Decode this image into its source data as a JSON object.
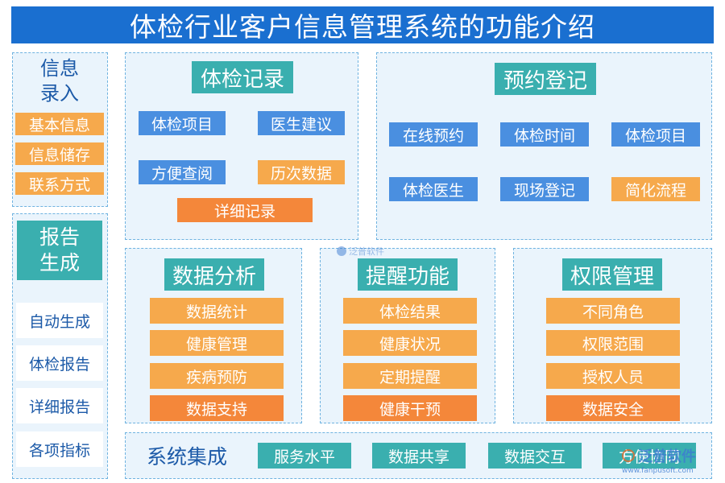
{
  "title": "体检行业客户信息管理系统的功能介绍",
  "left_info": {
    "title_line1": "信息",
    "title_line2": "录入",
    "items": [
      "基本信息",
      "信息储存",
      "联系方式"
    ]
  },
  "left_report": {
    "title_line1": "报告",
    "title_line2": "生成",
    "items": [
      "自动生成",
      "体检报告",
      "详细报告",
      "各项指标"
    ]
  },
  "exam_record": {
    "heading": "体检记录",
    "items": [
      "体检项目",
      "医生建议",
      "方便查阅",
      "历次数据",
      "详细记录"
    ]
  },
  "booking": {
    "heading": "预约登记",
    "items": [
      "在线预约",
      "体检时间",
      "体检项目",
      "体检医生",
      "现场登记",
      "简化流程"
    ]
  },
  "analysis": {
    "heading": "数据分析",
    "items": [
      "数据统计",
      "健康管理",
      "疾病预防",
      "数据支持"
    ]
  },
  "reminder": {
    "heading": "提醒功能",
    "items": [
      "体检结果",
      "健康状况",
      "定期提醒",
      "健康干预"
    ]
  },
  "permission": {
    "heading": "权限管理",
    "items": [
      "不同角色",
      "权限范围",
      "授权人员",
      "数据安全"
    ]
  },
  "integration": {
    "label": "系统集成",
    "items": [
      "服务水平",
      "数据共享",
      "数据交互",
      "方便协同"
    ]
  },
  "watermark": {
    "center_text": "泛普软件",
    "brand_text": "泛普软件",
    "url": "www.fanpusoft.com"
  },
  "colors": {
    "title_bar": "#1a6fd0",
    "teal": "#3aafaf",
    "blue": "#4a8fe0",
    "orange": "#f6a94c",
    "deep_orange": "#f4873a",
    "panel_bg": "#eaf4fc",
    "panel_border": "#6fb3e0",
    "label_text": "#1c5aa8"
  }
}
